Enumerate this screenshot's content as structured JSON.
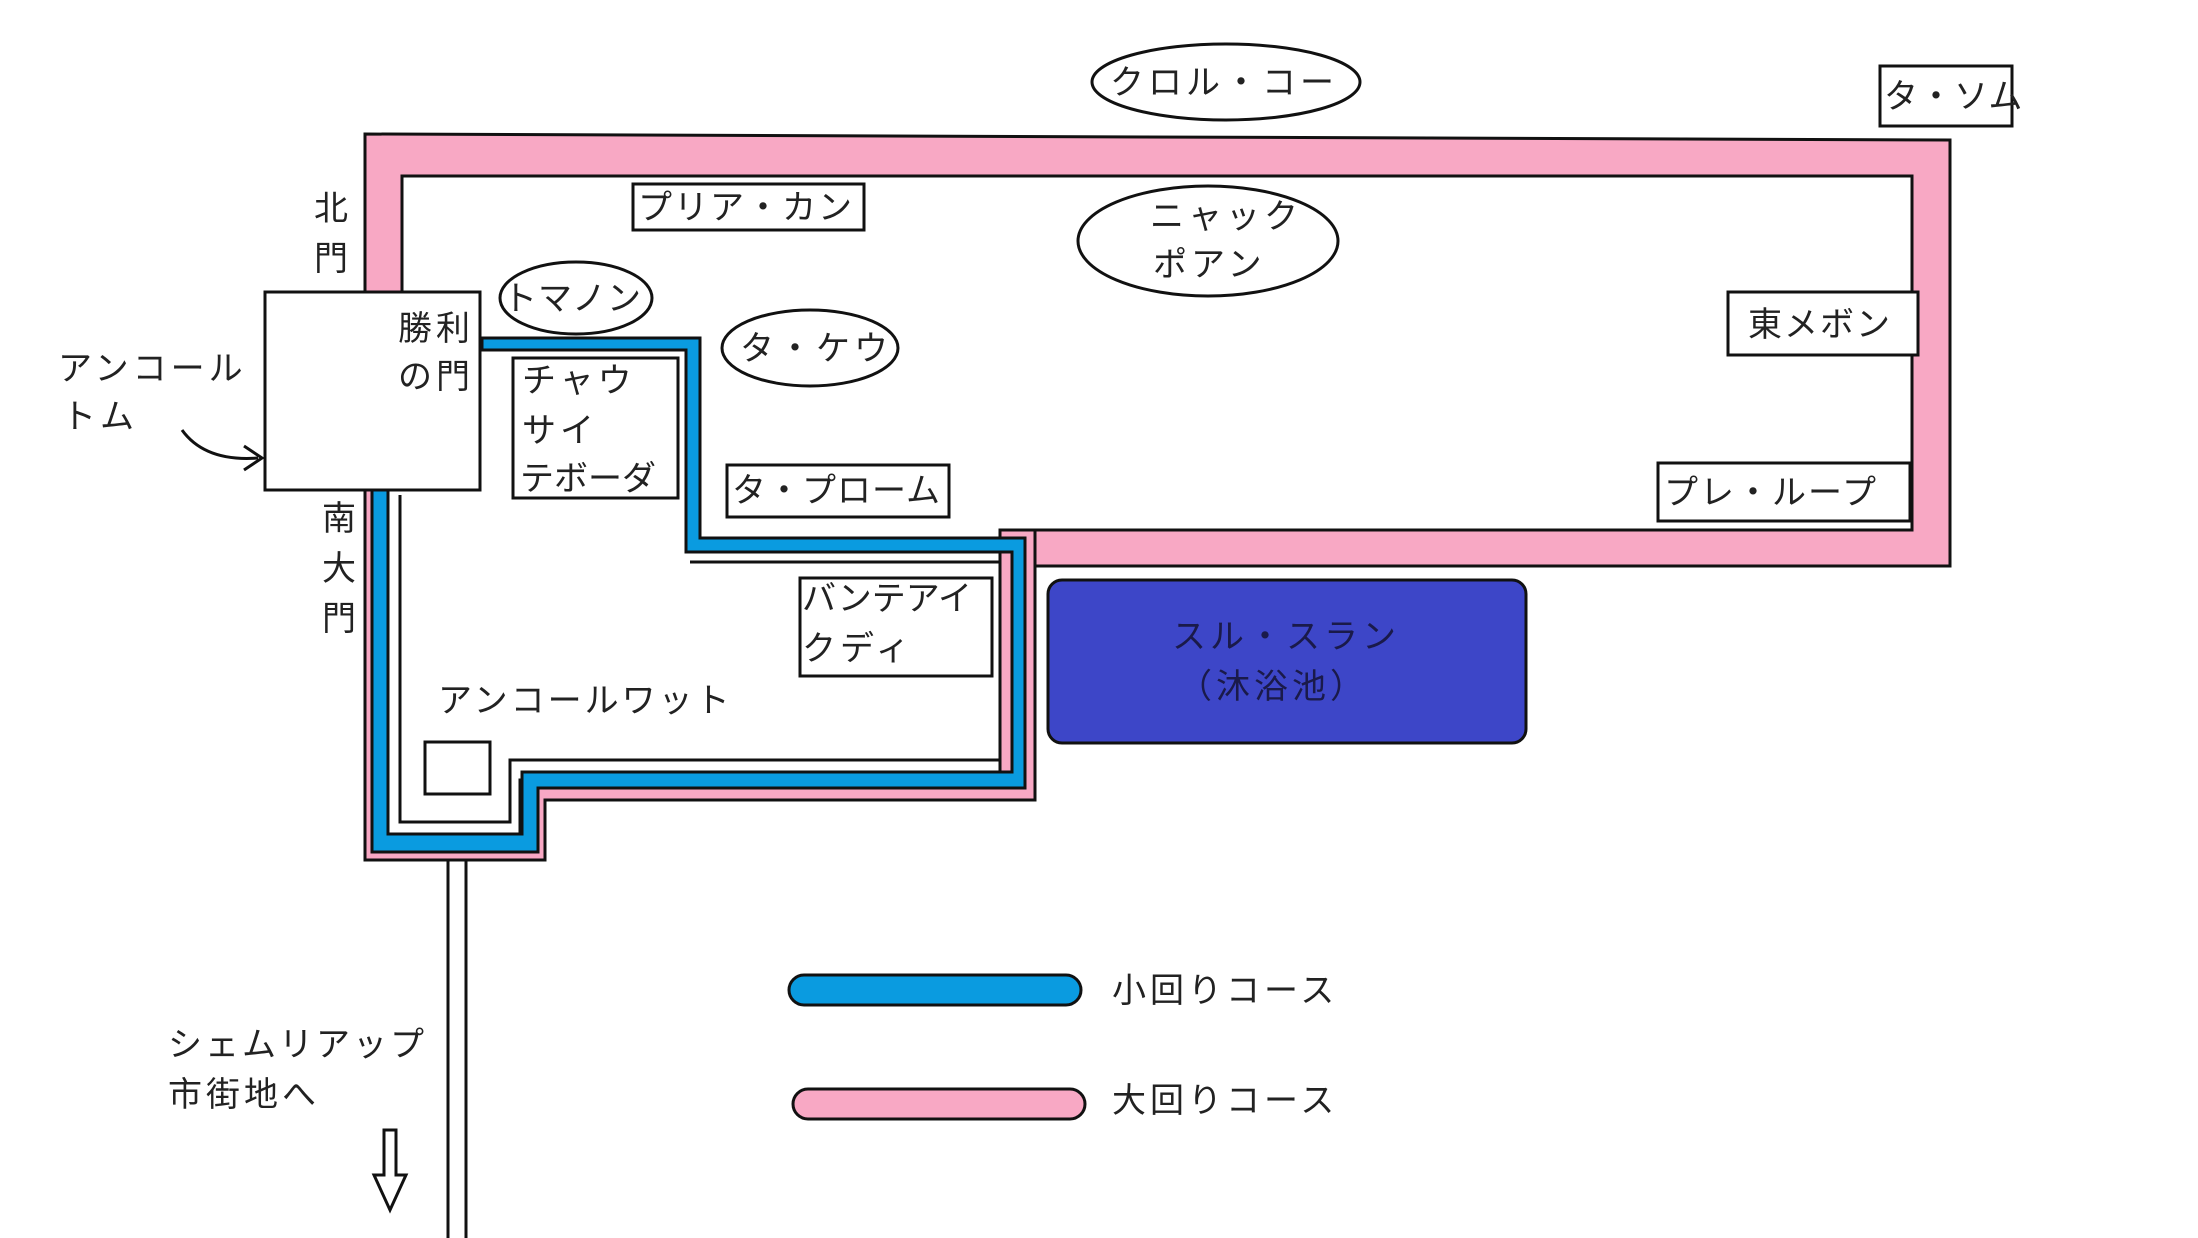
{
  "colors": {
    "small_course": "#0a9be0",
    "large_course": "#f8a8c4",
    "pond": "#3d46c8",
    "outline": "#111111",
    "background": "#ffffff"
  },
  "sites": {
    "krol_ko": "クロル・コー",
    "ta_som": "タ・ソム",
    "preah_khan": "プリア・カン",
    "neak_pean": [
      "ニャック",
      "ポアン"
    ],
    "thommanon": "トマノン",
    "victory_gate": [
      "勝利",
      "の門"
    ],
    "ta_keo": "タ・ケウ",
    "east_mebon": "東メボン",
    "chau_say_tevoda": [
      "チャウ",
      "サイ",
      "テボーダ"
    ],
    "ta_prohm": "タ・プローム",
    "pre_rup": "プレ・ループ",
    "banteay_kdei": [
      "バンテアイ",
      "クディ"
    ],
    "srah_srang": [
      "スル・スラン",
      "（沐浴池）"
    ],
    "angkor_wat": "アンコールワット",
    "angkor_thom": [
      "アンコール",
      "トム"
    ],
    "north_gate": [
      "北",
      "門"
    ],
    "south_gate": [
      "南",
      "大",
      "門"
    ],
    "siem_reap": [
      "シェムリアップ",
      "市街地へ"
    ]
  },
  "legend": {
    "small_course": "小回りコース",
    "large_course": "大回りコース"
  },
  "icons": {
    "pointer": "curved-arrow-icon",
    "down": "down-arrow-icon"
  }
}
